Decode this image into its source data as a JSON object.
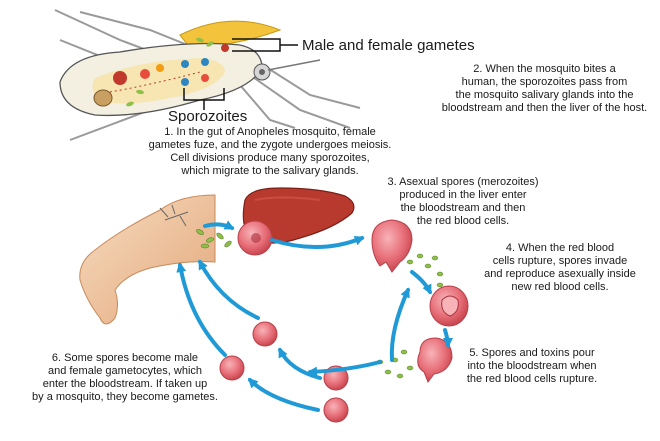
{
  "labels": {
    "gametes": "Male and female gametes",
    "sporozoites": "Sporozoites"
  },
  "steps": [
    {
      "id": 1,
      "lines": [
        "1. In the gut of Anopheles mosquito, female",
        "gametes fuze, and the zygote undergoes meiosis.",
        "Cell divisions produce many sporozoites,",
        "which migrate to the salivary glands."
      ]
    },
    {
      "id": 2,
      "lines": [
        "2. When the mosquito bites a",
        "human, the sporozoites pass from",
        "the mosquito salivary glands into the",
        "bloodstream and then the liver of the host."
      ]
    },
    {
      "id": 3,
      "lines": [
        "3. Asexual spores (merozoites)",
        "produced in the liver enter",
        "the bloodstream and then",
        "the red blood cells."
      ]
    },
    {
      "id": 4,
      "lines": [
        "4. When the red blood",
        "cells rupture, spores invade",
        "and reproduce asexually inside",
        "new red blood cells."
      ]
    },
    {
      "id": 5,
      "lines": [
        "5. Spores and toxins pour",
        "into the bloodstream when",
        "the red blood cells rupture."
      ]
    },
    {
      "id": 6,
      "lines": [
        "6. Some spores become male",
        "and female gametocytes, which",
        "enter the bloodstream. If taken up",
        "by a mosquito, they become gametes."
      ]
    }
  ],
  "colors": {
    "arrow": "#1f9ad6",
    "liver": "#b83a2e",
    "cell": "#e8707a",
    "spore": "#8fbf4a",
    "skin": "#efc39a"
  }
}
